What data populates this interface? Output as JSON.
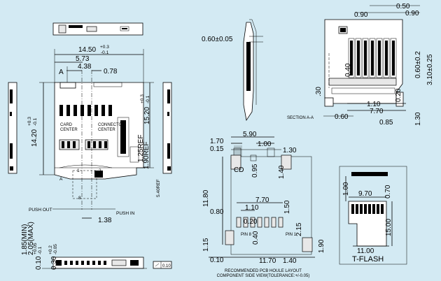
{
  "views": {
    "top_view": {
      "width_dim": "14.50",
      "width_tol_plus": "+0.3",
      "width_tol_minus": "-0.1",
      "dim_5_73": "5.73",
      "dim_4_38": "4.38",
      "dim_0_78": "0.78",
      "section_label": "A",
      "height_dim": "14.20",
      "height_tol_plus": "+0.3",
      "height_tol_minus": "-0.1",
      "right_height_dim": "15.20",
      "right_height_tol_plus": "+0.3",
      "right_height_tol_minus": "-0.1",
      "card_center": "CARD CENTER",
      "connector_center": "CONNECTOR CENTER",
      "ref_1_25": "1.25REF",
      "ref_1_90": "1.90REF",
      "ref_5_40": "5.40REF",
      "dim_1_38": "1.38",
      "push_out": "PUSH OUT",
      "push_in": "PUSH IN",
      "pin_1": "1",
      "pin_2": "2",
      "pin_8": "8"
    },
    "side_view": {
      "dim_1_85": "1.85(MIN)",
      "dim_2_05": "2.05(MAX)",
      "dim_0_10": "0.10",
      "dim_0_10_tol_plus": "+0.05",
      "dim_0_10_tol_minus": "-0.1",
      "dim_0_30": "0.30",
      "dim_0_30_tol_plus": "+0.2",
      "dim_0_30_tol_minus": "-0.05",
      "flatness": "0.10"
    },
    "section_view": {
      "dim_0_60_tol": "0.60±0.05"
    },
    "right_view": {
      "dim_0_90_a": "0.90",
      "dim_0_50": "0.50",
      "dim_0_90_b": "0.90",
      "dim_0_40": "0.40",
      "dim_0_60_tol": "0.60±0.2",
      "dim_3_10_tol": "3.10±0.25",
      "dim_0_30": ".30",
      "dim_1_10": "1.10",
      "dim_7_70": "7.70",
      "dim_0_20": "0.20",
      "dim_0_60": "0.60",
      "dim_0_85": "0.85",
      "dim_1_30": "1.30",
      "section_label": "SECTION A-A"
    },
    "pcb_layout": {
      "dim_5_90": "5.90",
      "dim_1_70": "1.70",
      "dim_1_00": "1.00",
      "dim_0_15": "0.15",
      "dim_1_30": "1.30",
      "cd_label": "CD",
      "dim_0_95": "0.95",
      "dim_1_40_a": "1.40",
      "dim_11_80": "11.80",
      "dim_7_70": "7.70",
      "dim_1_10": "1.10",
      "dim_0_80": "0.80",
      "dim_1_50": "1.50",
      "dim_0_20": "0.20",
      "dim_0_40": "0.40",
      "dim_2_15": "2.15",
      "pin_8": "PIN 8",
      "pin_1": "PIN 1",
      "dim_1_15": "1.15",
      "dim_0_10": "0.10",
      "dim_11_70": "11.70",
      "dim_1_40_b": "1.40",
      "dim_1_90": "1.90",
      "caption_line1": "RECOMMENDED PCB HOULE LAYOUT",
      "caption_line2": "COMPONENT SIDE VIEW(TOLERANCE:+/-0.05)"
    },
    "t_flash": {
      "dim_1_00": "1.00",
      "dim_9_70": "9.70",
      "dim_0_70": "0.70",
      "dim_15_00": "15.00",
      "dim_11_00": "11.00",
      "label": "T-FLASH"
    }
  }
}
